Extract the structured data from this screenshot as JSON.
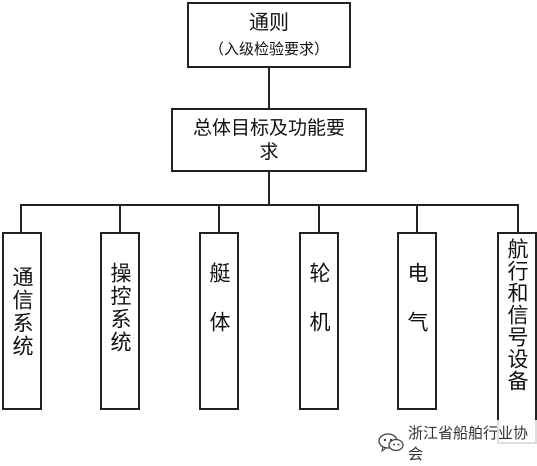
{
  "top_box": {
    "title": "通则",
    "subtitle": "（入级检验要求）"
  },
  "middle_box": {
    "title": "总体目标及功能要求"
  },
  "leaves": [
    {
      "label": "通信系统"
    },
    {
      "label": "操控系统"
    },
    {
      "label": "艇 体"
    },
    {
      "label": "轮 机"
    },
    {
      "label": "电 气"
    },
    {
      "label": "航行和信号设备"
    }
  ],
  "watermark": {
    "text": "浙江省船舶行业协会",
    "icon": "wechat-icon"
  },
  "colors": {
    "line": "#222222",
    "background": "#ffffff"
  }
}
